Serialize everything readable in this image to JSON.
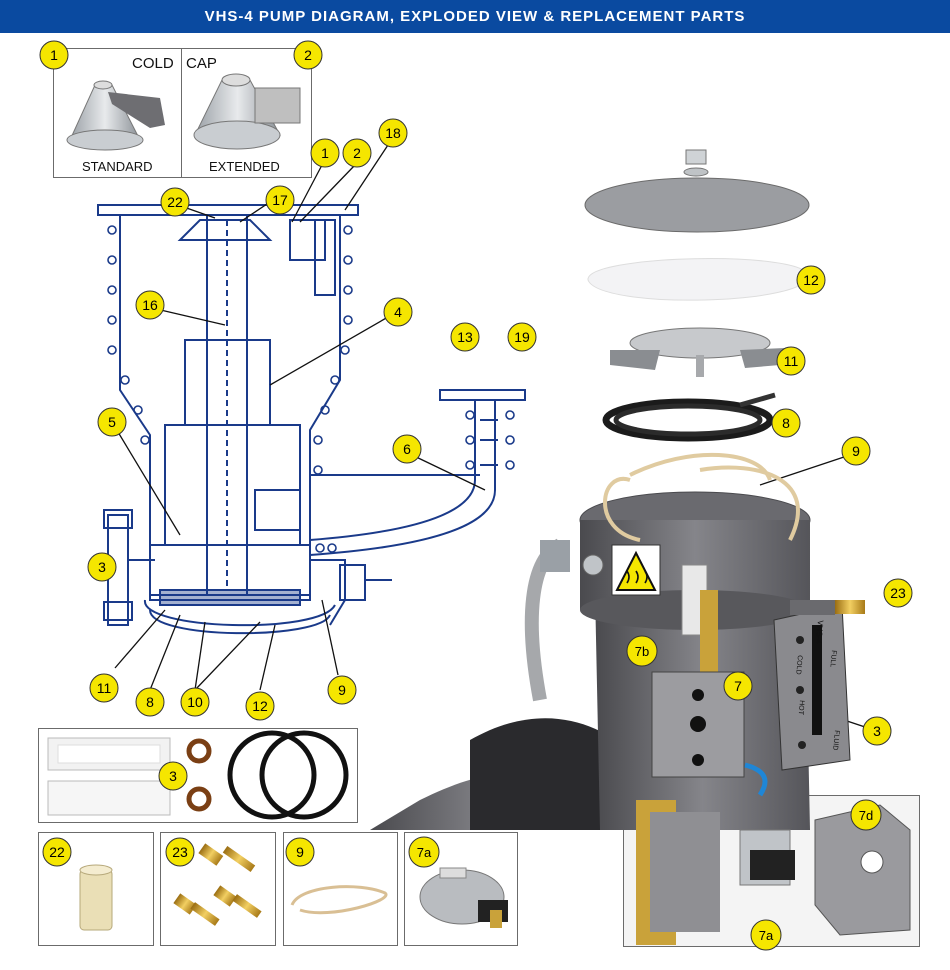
{
  "header": {
    "title": "VHS-4 PUMP DIAGRAM, EXPLODED VIEW & REPLACEMENT PARTS"
  },
  "cold_cap": {
    "heading_left": "COLD",
    "heading_right": "CAP",
    "standard": "STANDARD",
    "extended": "EXTENDED"
  },
  "callouts": [
    "1",
    "2",
    "1",
    "2",
    "18",
    "22",
    "17",
    "16",
    "4",
    "13",
    "19",
    "5",
    "6",
    "3",
    "11",
    "8",
    "10",
    "12",
    "9",
    "12",
    "11",
    "8",
    "9",
    "23",
    "7b",
    "7",
    "3",
    "7d",
    "7a",
    "3",
    "22",
    "23",
    "9",
    "7a"
  ],
  "photo_labels": {
    "thermostat_body_text": "VHS-4",
    "gauge_full": "FULL",
    "gauge_cold": "COLD",
    "gauge_hot": "HOT",
    "gauge_fluid": "FLUID"
  },
  "colors": {
    "header": "#0a4aa0",
    "callout_fill": "#f5e600",
    "diagram_ink": "#1a3a8a",
    "pump_body": "#6e6e72"
  },
  "icons": [
    "hot-surface-warning-icon",
    "arrow-icon"
  ]
}
